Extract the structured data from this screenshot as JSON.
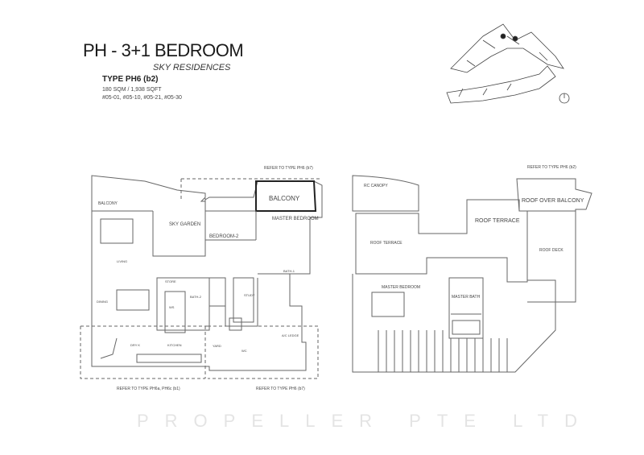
{
  "header": {
    "title": "PH - 3+1 BEDROOM",
    "subtitle": "SKY RESIDENCES",
    "type": "TYPE PH6 (b2)",
    "area": "180 SQM / 1,938 SQFT",
    "units": "#05-01, #05-10, #05-21, #05-30"
  },
  "watermark": "PROPELLER PTE LTD",
  "lower_floor": {
    "refer_top": "REFER TO TYPE PH6 (b7)",
    "refer_bottom_left": "REFER TO TYPE PH6a, PH6c (b1)",
    "refer_bottom_right": "REFER TO TYPE PH6 (b7)",
    "rooms": {
      "balcony_left": "BALCONY",
      "sky_garden": "SKY GARDEN",
      "balcony_right": "BALCONY",
      "master_bedroom": "MASTER BEDROOM",
      "bedroom_2": "BEDROOM-2",
      "living": "LIVING",
      "dining": "DINING",
      "store": "STORE",
      "ws": "WS",
      "bath_2": "BATH-2",
      "study": "STUDY",
      "bath_1": "BATH-1",
      "dry_kitchen": "DRY K",
      "kitchen": "KITCHEN",
      "yard": "YARD",
      "wc": "WC",
      "ac_ledge": "A/C LEDGE"
    }
  },
  "upper_floor": {
    "refer_top": "REFER TO TYPE PH6 (b2)",
    "rooms": {
      "rc_canopy": "RC CANOPY",
      "roof_terrace_1": "ROOF TERRACE",
      "roof_terrace_2": "ROOF TERRACE",
      "roof_over_balcony": "ROOF OVER BALCONY",
      "roof_deck": "ROOF DECK",
      "master_bedroom": "MASTER BEDROOM",
      "master_bath": "MASTER BATH"
    }
  },
  "key_plan": {
    "icon": "north-arrow-icon"
  },
  "colors": {
    "line": "#555555",
    "wall": "#333333",
    "background": "#ffffff"
  }
}
